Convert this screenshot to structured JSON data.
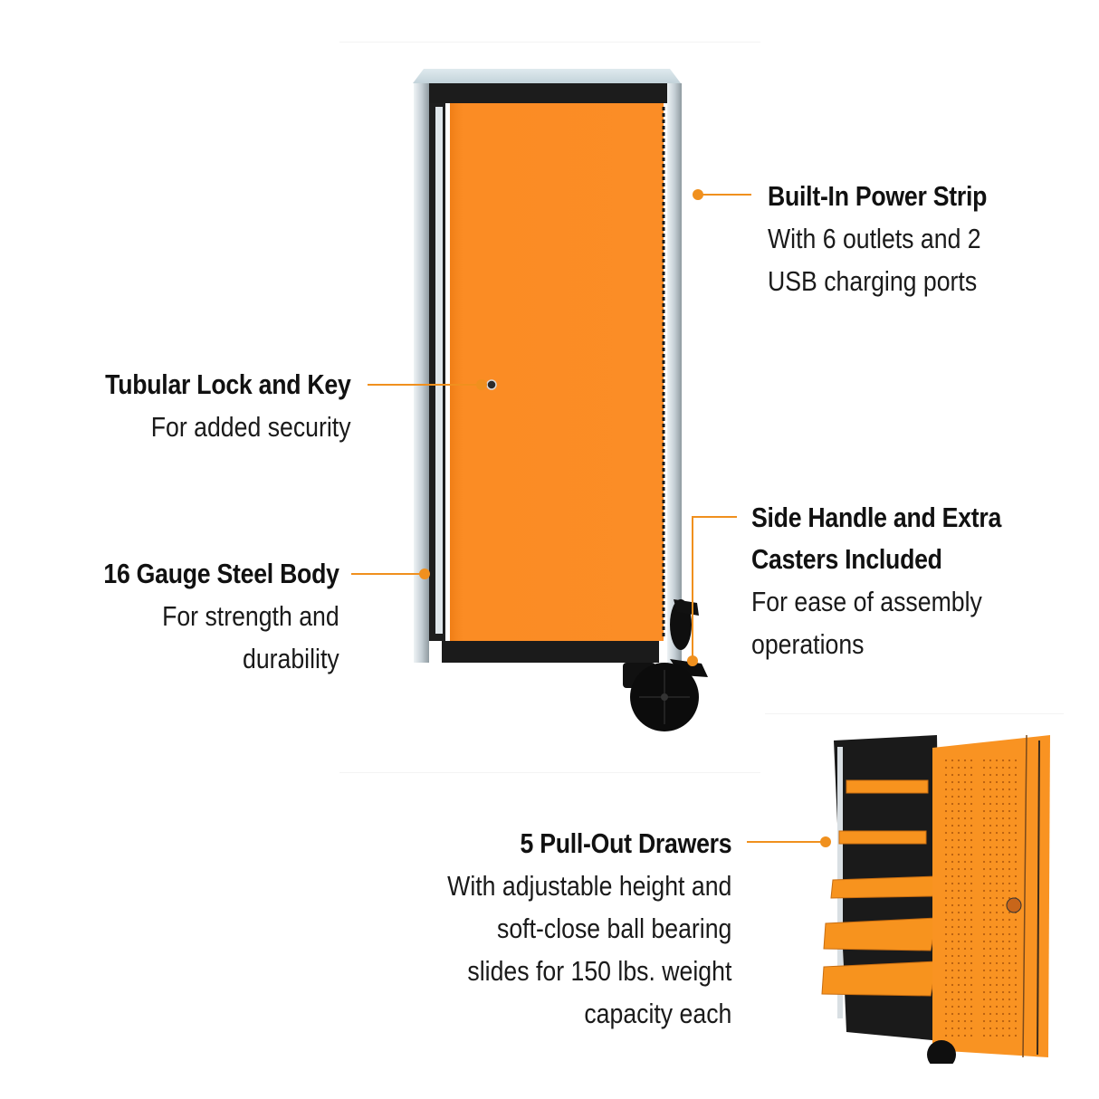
{
  "colors": {
    "accent": "#f0901e",
    "cabinet_orange": "#fb8c24",
    "frame_silver": "#c9d4da",
    "body_black": "#1b1b1b",
    "text": "#111111"
  },
  "features": [
    {
      "id": "power-strip",
      "title": "Built-In Power Strip",
      "description_lines": [
        "With 6 outlets and 2",
        "USB charging ports"
      ]
    },
    {
      "id": "lock",
      "title": "Tubular Lock and Key",
      "description_lines": [
        "For added security"
      ]
    },
    {
      "id": "steel-body",
      "title": "16 Gauge Steel Body",
      "description_lines": [
        "For strength and",
        "durability"
      ]
    },
    {
      "id": "side-handle",
      "title_lines": [
        "Side Handle and Extra",
        "Casters Included"
      ],
      "description_lines": [
        "For ease of assembly",
        "operations"
      ]
    },
    {
      "id": "drawers",
      "title": "5 Pull-Out Drawers",
      "description_lines": [
        "With adjustable height and",
        "soft-close ball bearing",
        "slides for 150 lbs. weight",
        "capacity each"
      ]
    }
  ],
  "images": {
    "main": "closed-orange-cabinet-with-casters",
    "inset": "open-cabinet-with-5-orange-drawers-and-pegboard-door"
  }
}
